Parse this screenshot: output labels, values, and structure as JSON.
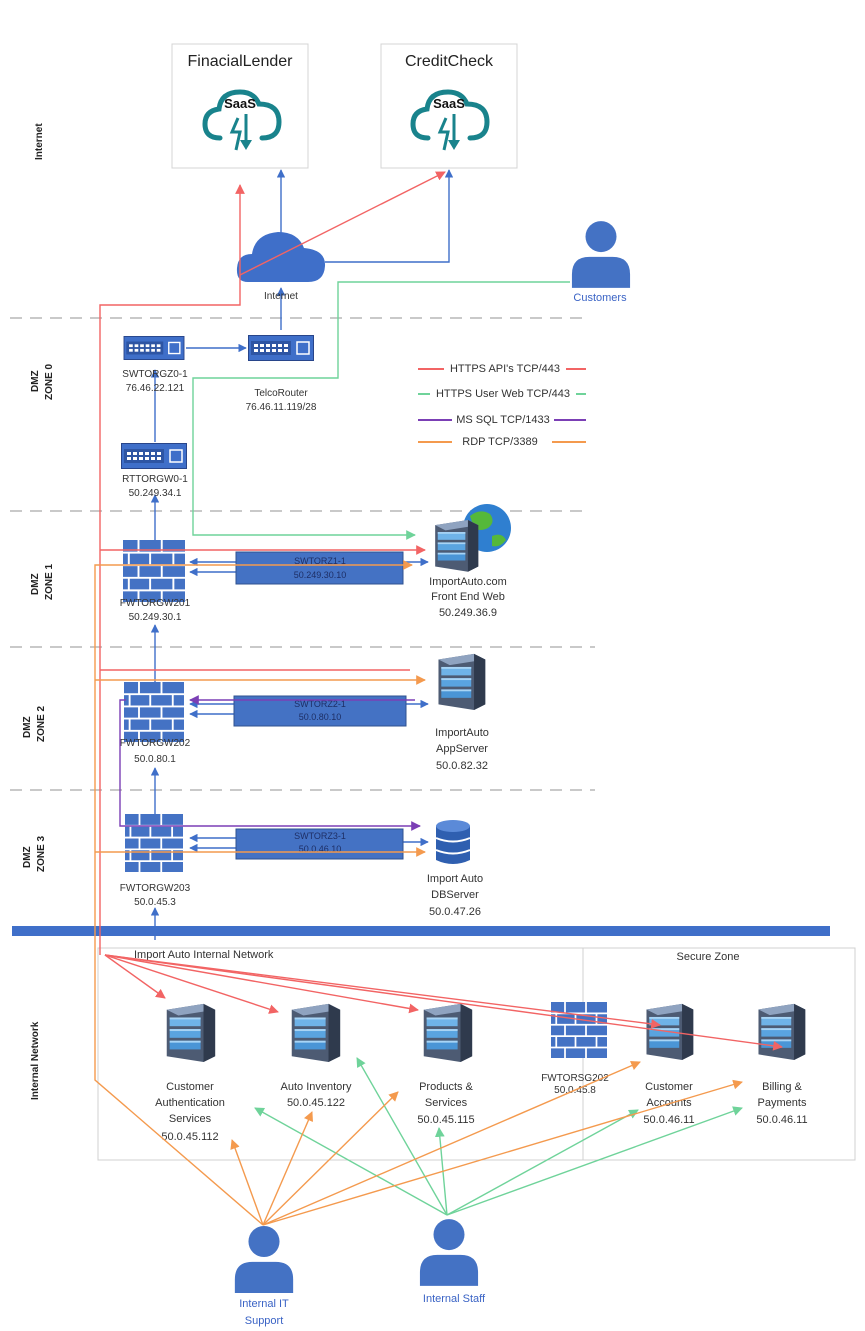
{
  "colors": {
    "https_api": "#f26464",
    "https_user": "#6fd39a",
    "ms_sql": "#7b3fb5",
    "rdp": "#f49a4e",
    "network_blue": "#3f6fc9",
    "device_blue": "#4472c4"
  },
  "saas": [
    {
      "title": "FinacialLender",
      "badge": "SaaS",
      "icon": "saas-cloud-icon"
    },
    {
      "title": "CreditCheck",
      "badge": "SaaS",
      "icon": "saas-cloud-icon"
    }
  ],
  "internet": {
    "label": "Internet",
    "icon": "internet-cloud-icon"
  },
  "customers": {
    "label": "Customers",
    "icon": "person-icon"
  },
  "zones": {
    "internet": "Internet",
    "dmz0_a": "DMZ",
    "dmz0_b": "ZONE 0",
    "dmz1_a": "DMZ",
    "dmz1_b": "ZONE 1",
    "dmz2_a": "DMZ",
    "dmz2_b": "ZONE 2",
    "dmz3_a": "DMZ",
    "dmz3_b": "ZONE 3",
    "internal": "Internal Network"
  },
  "devices": {
    "swtorgz0": {
      "name": "SWTORGZ0-1",
      "ip": "76.46.22.121"
    },
    "telco": {
      "name": "TelcoRouter",
      "ip": "76.46.11.119/28"
    },
    "rttorgw0": {
      "name": "RTTORGW0-1",
      "ip": "50.249.34.1"
    },
    "fw201": {
      "name": "FWTORGW201",
      "ip": "50.249.30.1"
    },
    "sw1": {
      "name": "SWTORZ1-1",
      "ip": "50.249.30.10"
    },
    "web": {
      "name_1": "ImportAuto.com",
      "name_2": "Front End Web",
      "ip": "50.249.36.9"
    },
    "fw202": {
      "name": "FWTORGW202",
      "ip": "50.0.80.1"
    },
    "sw2": {
      "name": "SWTORZ2-1",
      "ip": "50.0.80.10"
    },
    "app": {
      "name_1": "ImportAuto",
      "name_2": "AppServer",
      "ip": "50.0.82.32"
    },
    "fw203": {
      "name": "FWTORGW203",
      "ip": "50.0.45.3"
    },
    "sw3": {
      "name": "SWTORZ3-1",
      "ip": "50.0.46.10"
    },
    "db": {
      "name_1": "Import Auto",
      "name_2": "DBServer",
      "ip": "50.0.47.26"
    },
    "fwsg": {
      "name": "FWTORSG202",
      "ip": "50.0.45.8"
    }
  },
  "legend": [
    {
      "label": "HTTPS API's TCP/443"
    },
    {
      "label": "HTTPS User Web TCP/443"
    },
    {
      "label": "MS SQL TCP/1433"
    },
    {
      "label": "RDP  TCP/3389"
    }
  ],
  "internal_network": {
    "label": "Import Auto Internal Network",
    "secure_zone": "Secure Zone"
  },
  "internal_servers": [
    {
      "line1": "Customer",
      "line2": "Authentication",
      "line3": "Services",
      "ip": "50.0.45.112"
    },
    {
      "line1": "Auto Inventory",
      "line2": "",
      "line3": "",
      "ip": "50.0.45.122"
    },
    {
      "line1": "Products &",
      "line2": "Services",
      "line3": "",
      "ip": "50.0.45.115"
    },
    {
      "line1": "Customer",
      "line2": "Accounts",
      "line3": "",
      "ip": "50.0.46.11"
    },
    {
      "line1": "Billing &",
      "line2": "Payments",
      "line3": "",
      "ip": "50.0.46.11"
    }
  ],
  "people": {
    "it_support_1": "Internal IT",
    "it_support_2": "Support",
    "staff": "Internal Staff"
  }
}
